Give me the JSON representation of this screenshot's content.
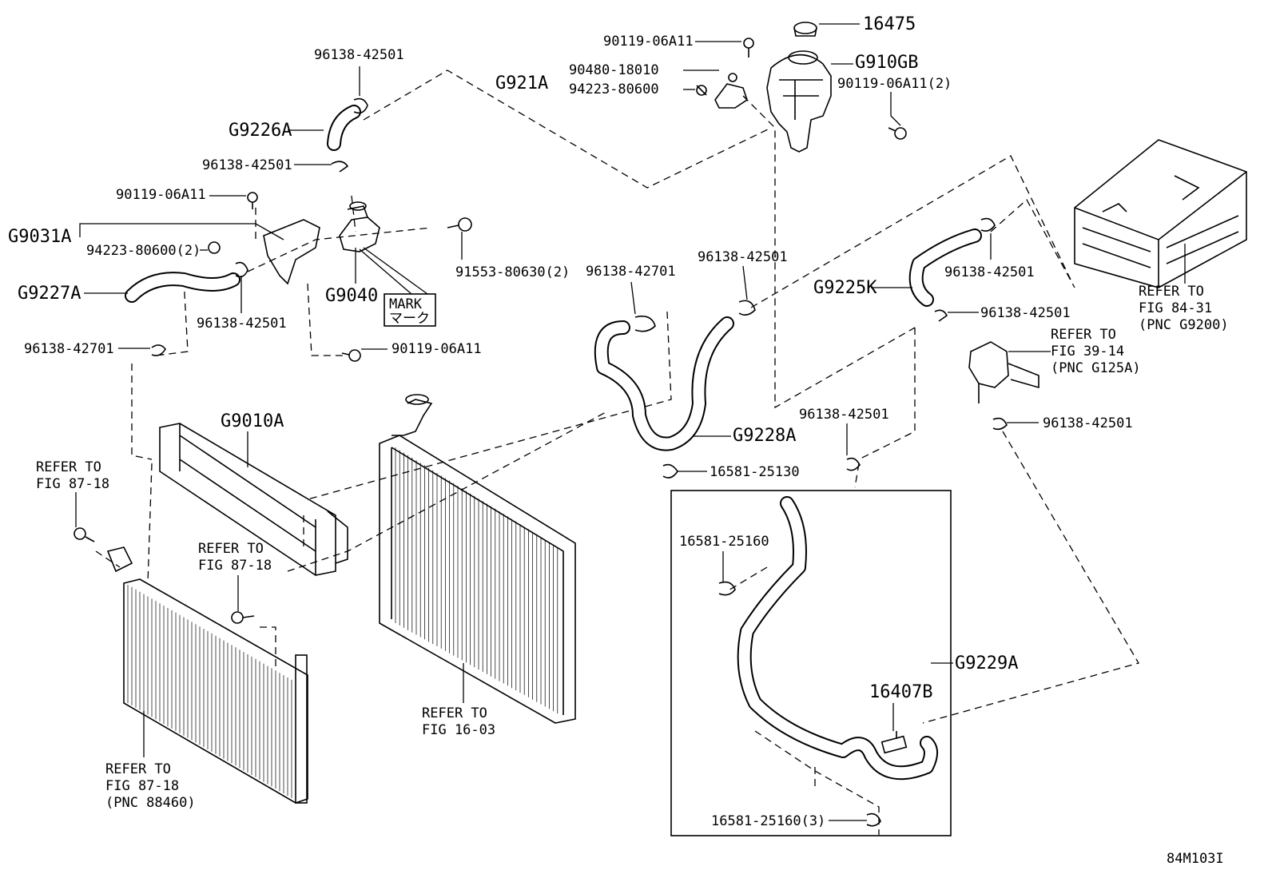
{
  "labels": {
    "p16475": "16475",
    "p90119_top": "90119-06A11",
    "p90480": "90480-18010",
    "g921a": "G921A",
    "p94223_top": "94223-80600",
    "g910gb": "G910GB",
    "p90119_2": "90119-06A11(2)",
    "p96138_42501_a": "96138-42501",
    "g9226a": "G9226A",
    "p96138_42501_b": "96138-42501",
    "p90119_left": "90119-06A11",
    "g9031a": "G9031A",
    "p94223_2": "94223-80600(2)",
    "p91553": "91553-80630(2)",
    "g9227a": "G9227A",
    "g9040": "G9040",
    "mark_en": "MARK",
    "mark_jp": "マーク",
    "p96138_42501_c": "96138-42501",
    "p96138_42701_a": "96138-42701",
    "p90119_bottom": "90119-06A11",
    "p96138_42701_b": "96138-42701",
    "p96138_42501_d": "96138-42501",
    "g9225k": "G9225K",
    "p96138_42501_e": "96138-42501",
    "refer_84_1": "REFER TO",
    "refer_84_2": "FIG 84-31",
    "refer_84_3": "(PNC G9200)",
    "p96138_42501_f": "96138-42501",
    "refer_39_1": "REFER TO",
    "refer_39_2": "FIG 39-14",
    "refer_39_3": "(PNC G125A)",
    "p96138_42501_g": "96138-42501",
    "g9010a": "G9010A",
    "g9228a": "G9228A",
    "p16581_25130": "16581-25130",
    "p96138_42501_h": "96138-42501",
    "refer_87a_1": "REFER TO",
    "refer_87a_2": "FIG 87-18",
    "refer_87b_1": "REFER TO",
    "refer_87b_2": "FIG 87-18",
    "p16581_25160": "16581-25160",
    "g9229a": "G9229A",
    "p16407b": "16407B",
    "refer_16_1": "REFER TO",
    "refer_16_2": "FIG 16-03",
    "refer_87c_1": "REFER TO",
    "refer_87c_2": "FIG 87-18",
    "refer_87c_3": "(PNC 88460)",
    "p16581_25160_3": "16581-25160(3)",
    "fig_code": "84M103I"
  }
}
